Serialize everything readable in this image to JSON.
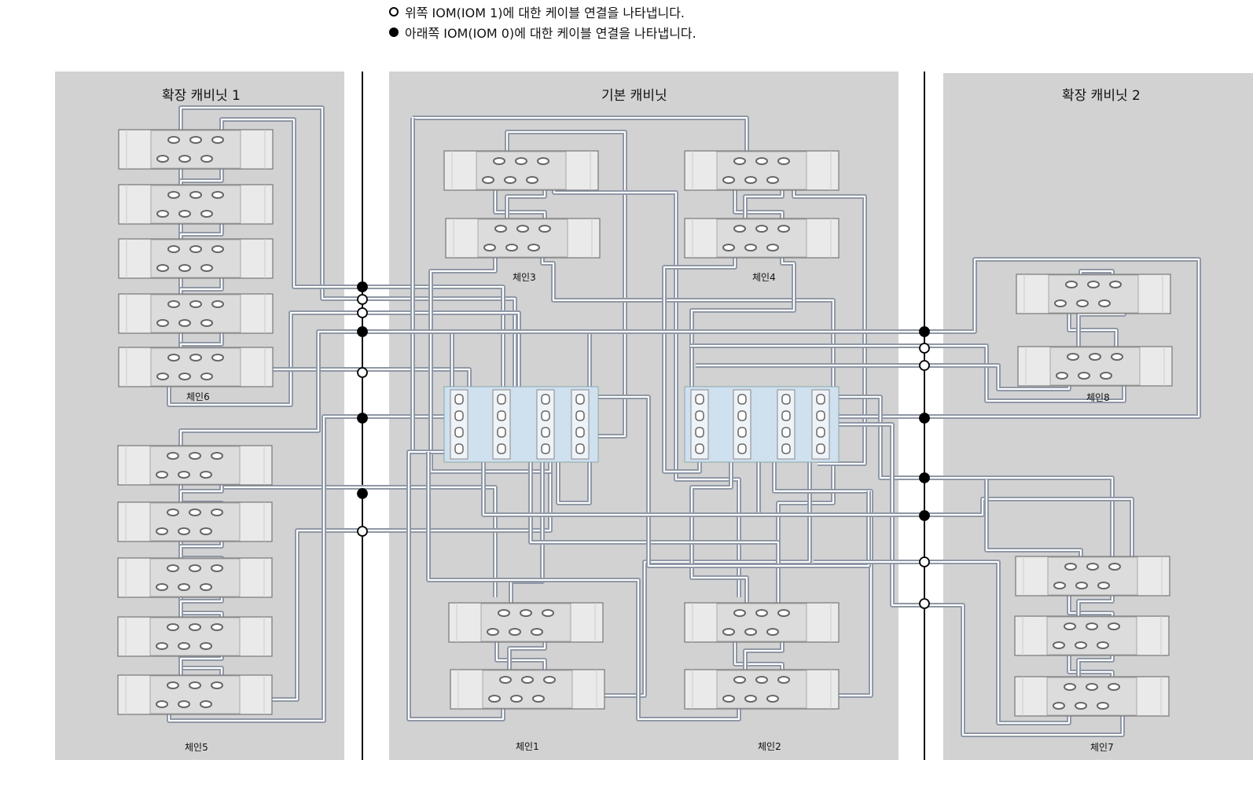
{
  "legend": {
    "upper_iom": "위쪽 IOM(IOM 1)에 대한 케이블 연결을 나타냅니다.",
    "lower_iom": "아래쪽 IOM(IOM 0)에 대한 케이블 연결을 나타냅니다."
  },
  "cabinets": {
    "expansion1": "확장 캐비닛 1",
    "base": "기본 캐비닛",
    "expansion2": "확장 캐비닛 2"
  },
  "chains": {
    "chain1": "체인1",
    "chain2": "체인2",
    "chain3": "체인3",
    "chain4": "체인4",
    "chain5": "체인5",
    "chain6": "체인6",
    "chain7": "체인7",
    "chain8": "체인8"
  },
  "colors": {
    "cabinet": "#d2d2d3",
    "cable": "#8f98a6",
    "cable_core": "#ffffff",
    "controller": "#cfe0ef",
    "shelf": "#eaeaea"
  }
}
